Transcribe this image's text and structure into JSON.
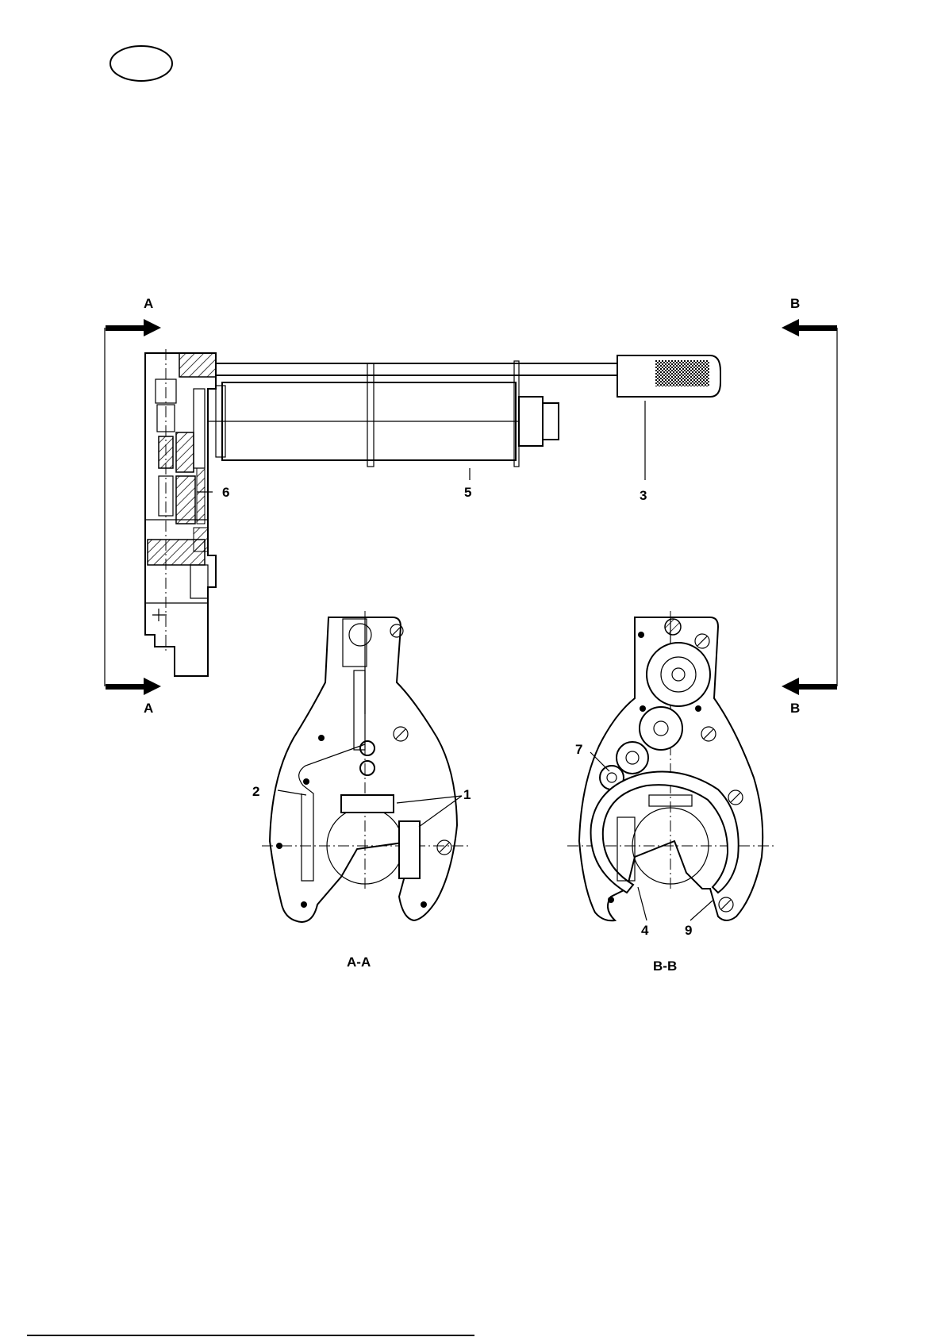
{
  "section_markers": {
    "a_top": "A",
    "a_bottom": "A",
    "b_top": "B",
    "b_bottom": "B"
  },
  "part_numbers": {
    "p1": "1",
    "p2": "2",
    "p3": "3",
    "p4": "4",
    "p5": "5",
    "p6": "6",
    "p7": "7",
    "p9": "9"
  },
  "views": {
    "aa": "A-A",
    "bb": "B-B"
  },
  "colors": {
    "ink": "#000000",
    "paper": "#ffffff"
  }
}
